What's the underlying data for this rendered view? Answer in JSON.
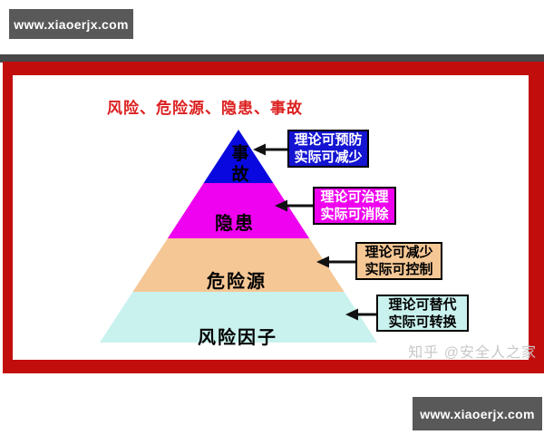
{
  "badges": {
    "top_left_label": "www.xiaoerjx.com",
    "bottom_right_label": "www.xiaoerjx.com",
    "background": "#595959",
    "text_color": "#ffffff"
  },
  "frame": {
    "border_color": "#c20d0d",
    "band_color": "#484848"
  },
  "diagram": {
    "title": "风险、危险源、隐患、事故",
    "title_color": "#dc2020",
    "watermark": "知乎 @安全人之家",
    "watermark_color": "#c8c8c8",
    "arrow_color": "#111111",
    "tiers": [
      {
        "label": "事故",
        "color": "#0909df",
        "annotation": {
          "line1": "理论可预防",
          "line2": "实际可减少",
          "bg": "#1414d2",
          "text_color": "#ffffff"
        }
      },
      {
        "label": "隐患",
        "color": "#ef02ef",
        "annotation": {
          "line1": "理论可治理",
          "line2": "实际可消除",
          "bg": "#ee00ee",
          "text_color": "#ffffff"
        }
      },
      {
        "label": "危险源",
        "color": "#f5c795",
        "annotation": {
          "line1": "理论可减少",
          "line2": "实际可控制",
          "bg": "#f5c795",
          "text_color": "#000000"
        }
      },
      {
        "label": "风险因子",
        "color": "#c9f2ee",
        "annotation": {
          "line1": "理论可替代",
          "line2": "实际可转换",
          "bg": "#c9f2ee",
          "text_color": "#000000"
        }
      }
    ]
  }
}
